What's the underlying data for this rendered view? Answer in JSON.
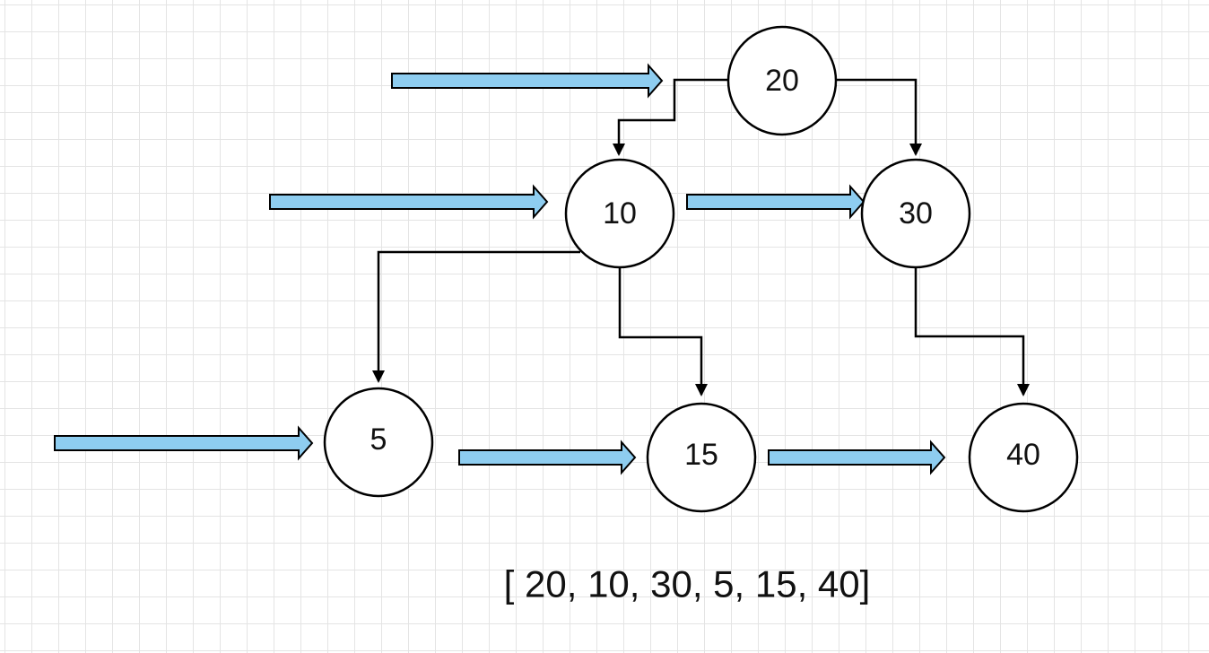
{
  "diagram": {
    "nodes": [
      {
        "id": "n20",
        "label": "20"
      },
      {
        "id": "n10",
        "label": "10"
      },
      {
        "id": "n30",
        "label": "30"
      },
      {
        "id": "n5",
        "label": "5"
      },
      {
        "id": "n15",
        "label": "15"
      },
      {
        "id": "n40",
        "label": "40"
      }
    ],
    "edges": [
      {
        "from": "20",
        "to": "10"
      },
      {
        "from": "20",
        "to": "30"
      },
      {
        "from": "10",
        "to": "5"
      },
      {
        "from": "10",
        "to": "15"
      },
      {
        "from": "30",
        "to": "40"
      }
    ],
    "array_text": "[ 20, 10, 30, 5, 15, 40]",
    "colors": {
      "traversal_arrow_fill": "#8ecdf0",
      "stroke": "#000000",
      "node_fill": "#ffffff",
      "grid": "#e4e4e4"
    }
  }
}
